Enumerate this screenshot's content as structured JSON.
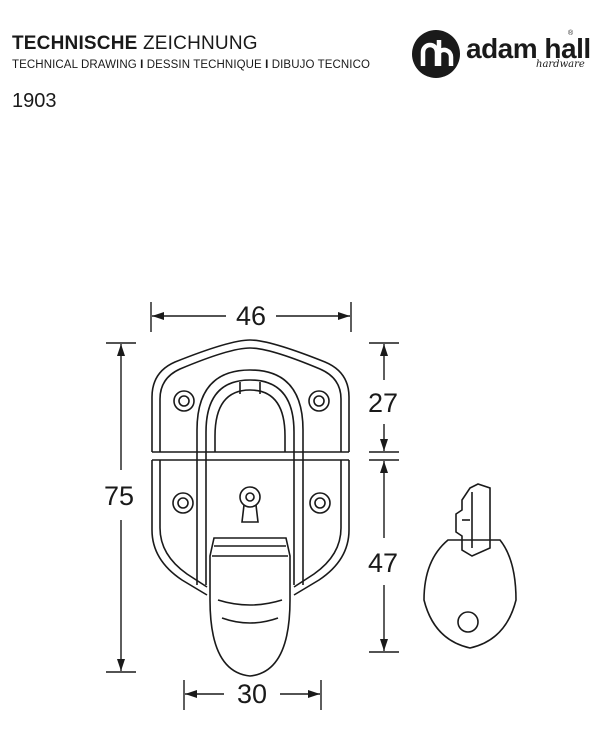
{
  "header": {
    "title_bold": "TECHNISCHE",
    "title_light": "ZEICHNUNG",
    "subtitle_parts": [
      "TECHNICAL DRAWING",
      "DESSIN TECHNIQUE",
      "DIBUJO TECNICO"
    ],
    "separator": "I",
    "model_number": "1903"
  },
  "logo": {
    "brand": "adam hall",
    "sub": "hardware",
    "registered": "®"
  },
  "dimensions": {
    "width_top": "46",
    "height_total": "75",
    "upper_height": "27",
    "lower_height": "47",
    "width_bottom": "30"
  },
  "colors": {
    "line": "#1a1a1a",
    "background": "#ffffff"
  }
}
